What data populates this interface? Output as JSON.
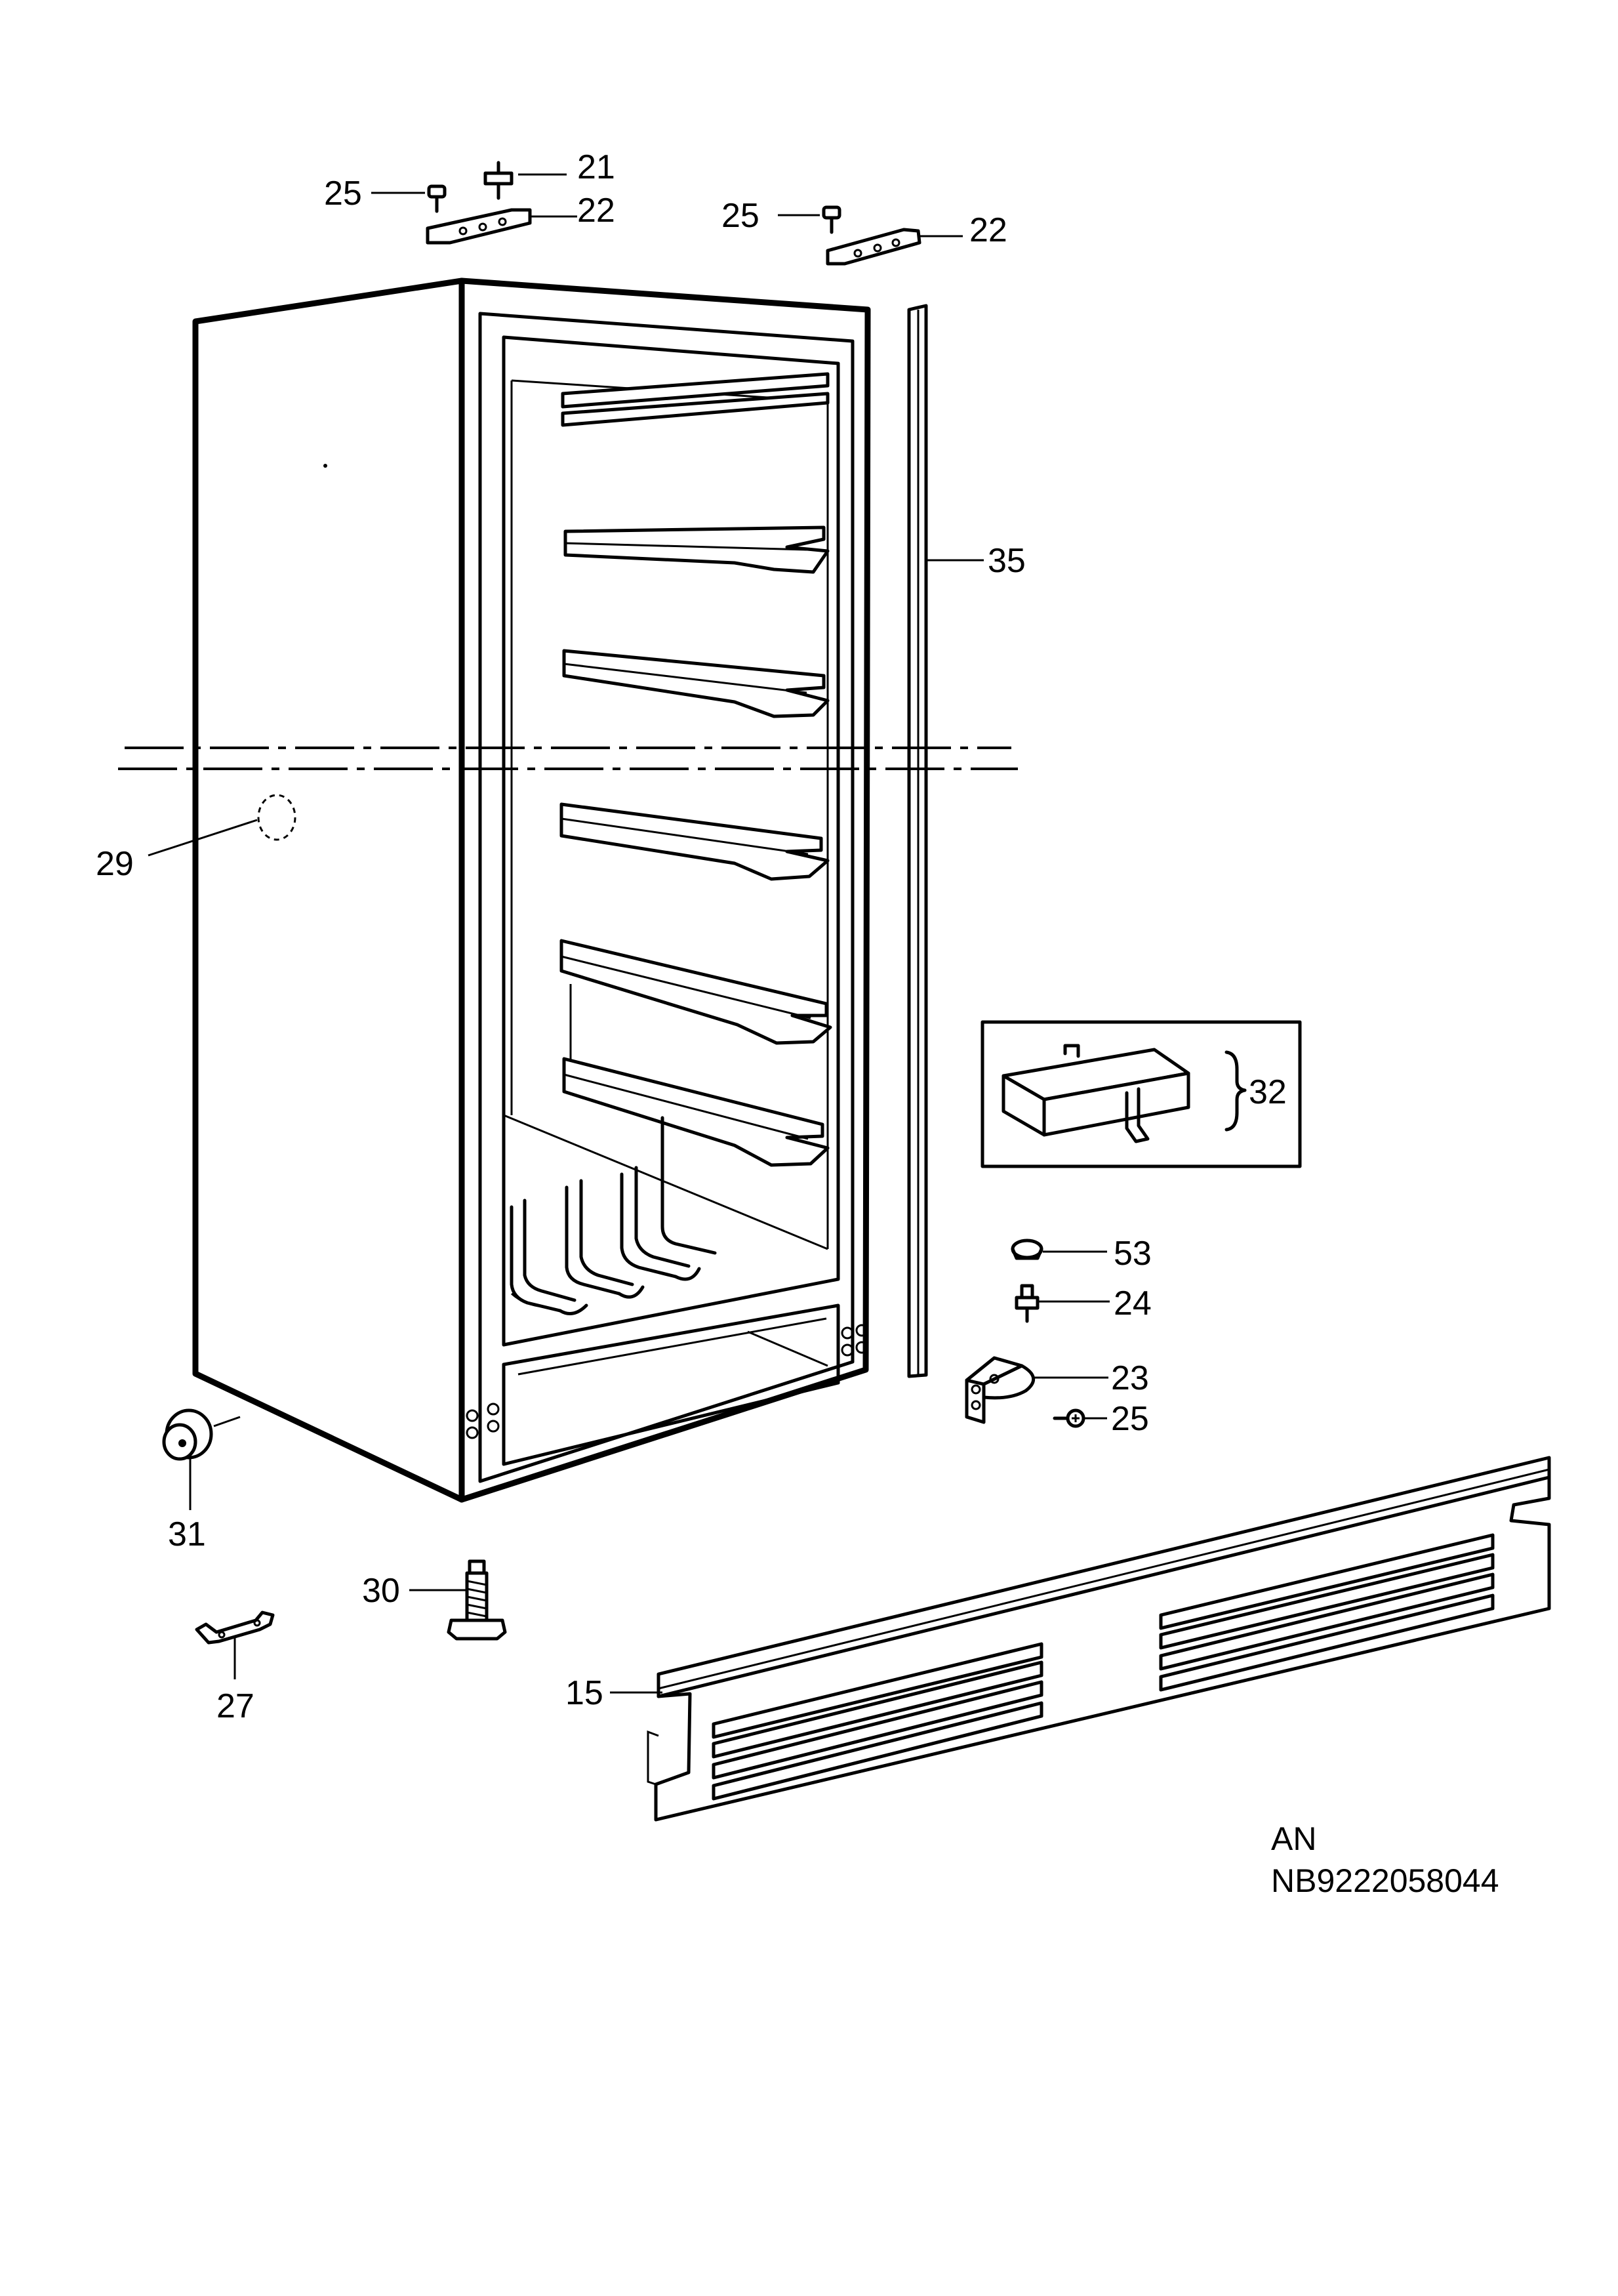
{
  "callouts": {
    "c21": "21",
    "c22a": "22",
    "c22b": "22",
    "c25a": "25",
    "c25b": "25",
    "c25c": "25",
    "c35": "35",
    "c29": "29",
    "c32": "32",
    "c53": "53",
    "c24": "24",
    "c23": "23",
    "c31": "31",
    "c30": "30",
    "c27": "27",
    "c15": "15"
  },
  "footer": {
    "variant": "AN",
    "drawing_code": "NB9222058044"
  }
}
